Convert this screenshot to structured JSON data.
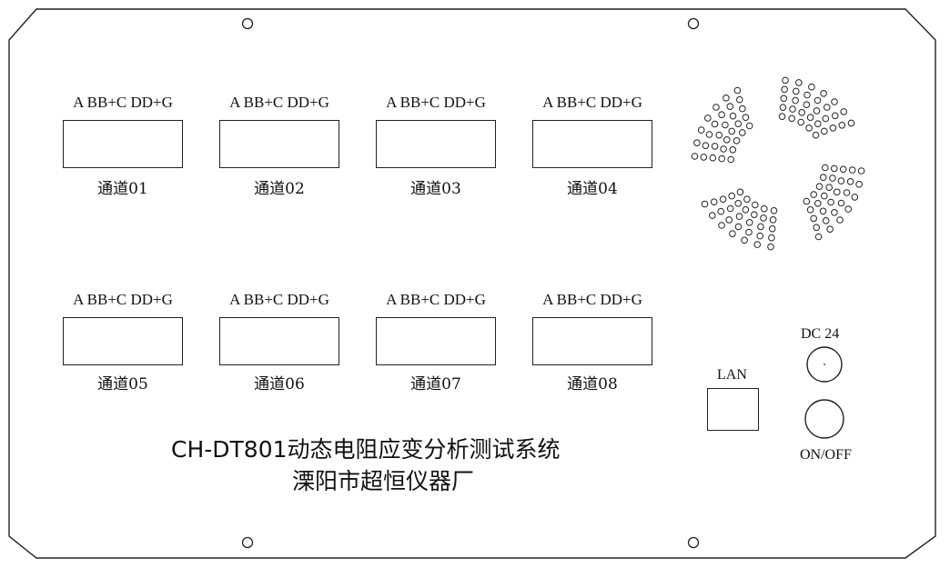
{
  "panel": {
    "pin_label": "A BB+C DD+G",
    "channels": [
      "通道01",
      "通道02",
      "通道03",
      "通道04",
      "通道05",
      "通道06",
      "通道07",
      "通道08"
    ],
    "lan_label": "LAN",
    "dc_label": "DC 24",
    "power_label": "ON/OFF",
    "title": "CH-DT801动态电阻应变分析测试系统",
    "maker": "溧阳市超恒仪器厂"
  },
  "colors": {
    "line": "#222222",
    "background": "#ffffff"
  },
  "icons": [
    "mounting-hole-icon",
    "fan-vent-icon",
    "dc-jack-icon",
    "power-switch-icon",
    "lan-port-icon"
  ]
}
